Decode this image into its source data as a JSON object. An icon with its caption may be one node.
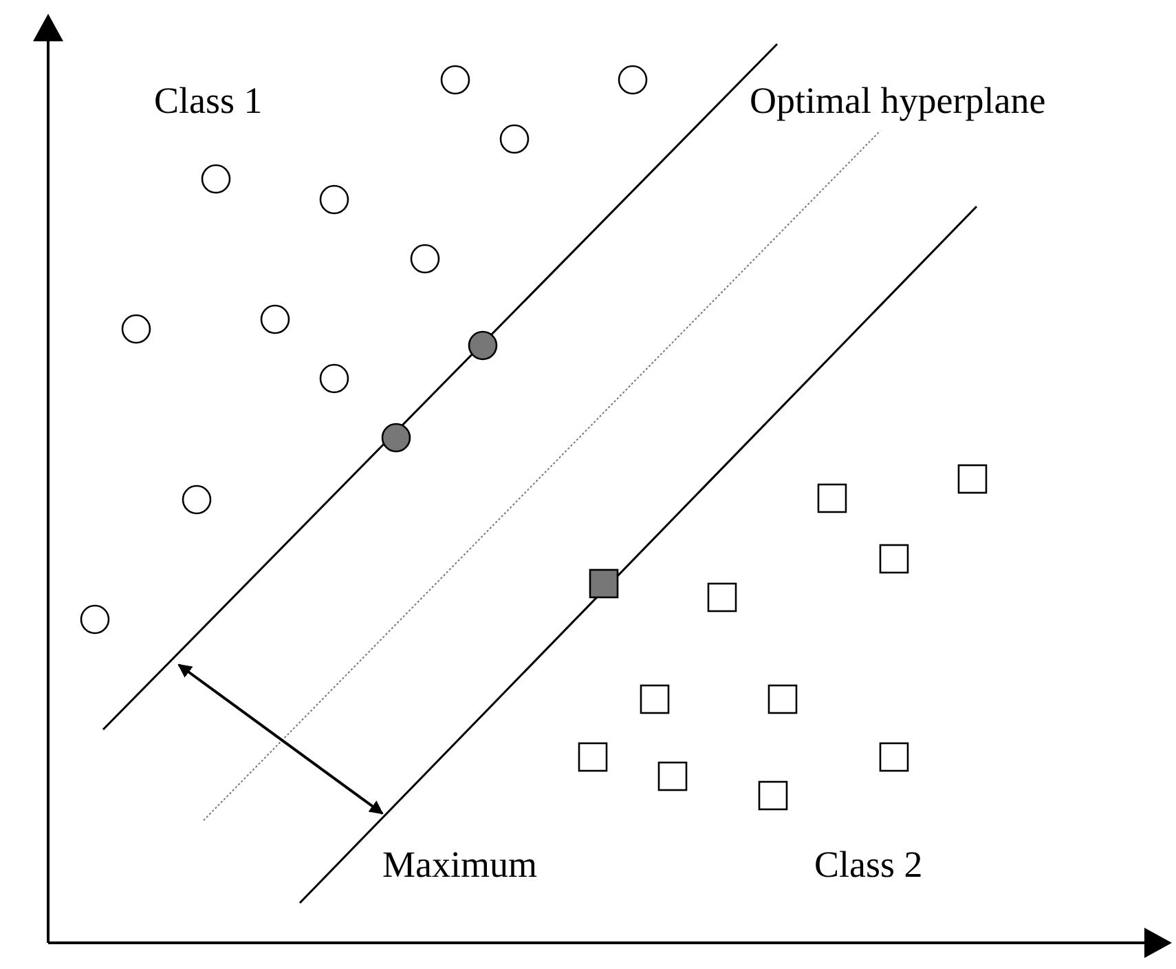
{
  "diagram": {
    "labels": [
      "Class 1",
      "Optimal hyperplane",
      "Maximum",
      "Class 2"
    ]
  }
}
